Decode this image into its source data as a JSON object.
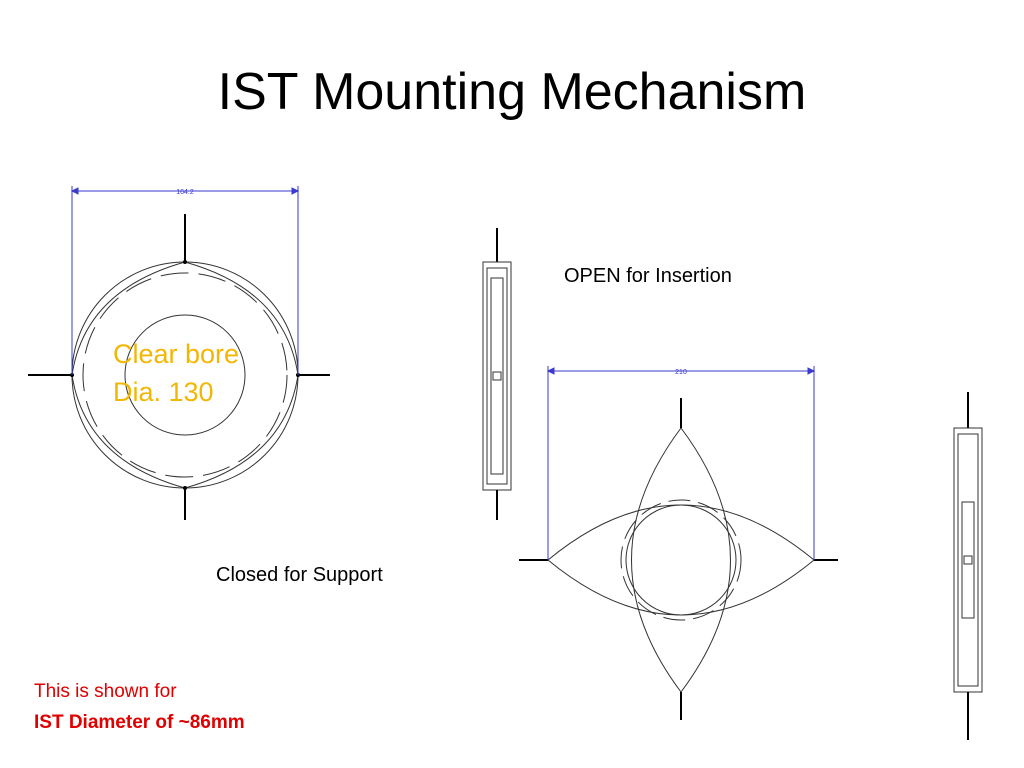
{
  "slide": {
    "title": "IST Mounting Mechanism"
  },
  "labels": {
    "open": "OPEN for Insertion",
    "closed": "Closed for Support"
  },
  "dimensions": {
    "left_width": "164.2",
    "right_width": "210"
  },
  "bore": {
    "line1": "Clear bore",
    "line2": "Dia. 130"
  },
  "note": {
    "line1": "This is shown for",
    "line2": "IST Diameter of ~86mm"
  },
  "colors": {
    "bore_text": "#f2b705",
    "note_text": "#e00000",
    "dimension_line": "#3a3acc"
  }
}
